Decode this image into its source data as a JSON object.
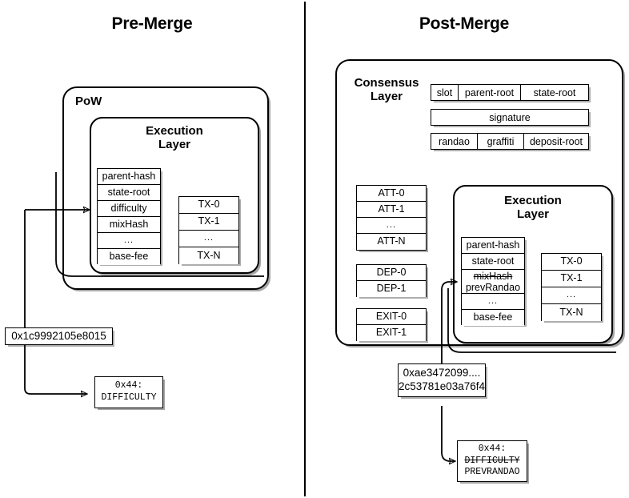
{
  "diagram": {
    "title_left": "Pre-Merge",
    "title_right": "Post-Merge"
  },
  "pre_merge": {
    "outer_label": "PoW",
    "execution_layer": {
      "label_line1": "Execution",
      "label_line2": "Layer",
      "header_fields": [
        "parent-hash",
        "state-root",
        "difficulty",
        "mixHash",
        "...",
        "base-fee"
      ],
      "transactions": [
        "TX-0",
        "TX-1",
        "...",
        "TX-N"
      ]
    },
    "hash_label": "0x1c9992105e8015",
    "opcode": {
      "line1": "0x44:",
      "line2": "DIFFICULTY"
    }
  },
  "post_merge": {
    "consensus_layer": {
      "label_line1": "Consensus",
      "label_line2": "Layer",
      "beacon_row_1": [
        "slot",
        "parent-root",
        "state-root"
      ],
      "beacon_row_2": [
        "signature"
      ],
      "beacon_row_3": [
        "randao",
        "graffiti",
        "deposit-root"
      ],
      "attestations": [
        "ATT-0",
        "ATT-1",
        "...",
        "ATT-N"
      ],
      "deposits": [
        "DEP-0",
        "DEP-1"
      ],
      "exits": [
        "EXIT-0",
        "EXIT-1"
      ]
    },
    "execution_layer": {
      "label_line1": "Execution",
      "label_line2": "Layer",
      "header_fields": [
        "parent-hash",
        "state-root",
        "...",
        "base-fee"
      ],
      "replaced_field_old": "mixHash",
      "replaced_field_new": "prevRandao",
      "transactions": [
        "TX-0",
        "TX-1",
        "...",
        "TX-N"
      ]
    },
    "hash_label_line1": "0xae3472099....",
    "hash_label_line2": "2c53781e03a76f4",
    "opcode": {
      "line1": "0x44:",
      "line2_old": "DIFFICULTY",
      "line3_new": "PREVRANDAO"
    }
  },
  "colors": {
    "stroke": "#000000",
    "background": "#ffffff",
    "shadow": "rgba(0,0,0,0.33)"
  }
}
